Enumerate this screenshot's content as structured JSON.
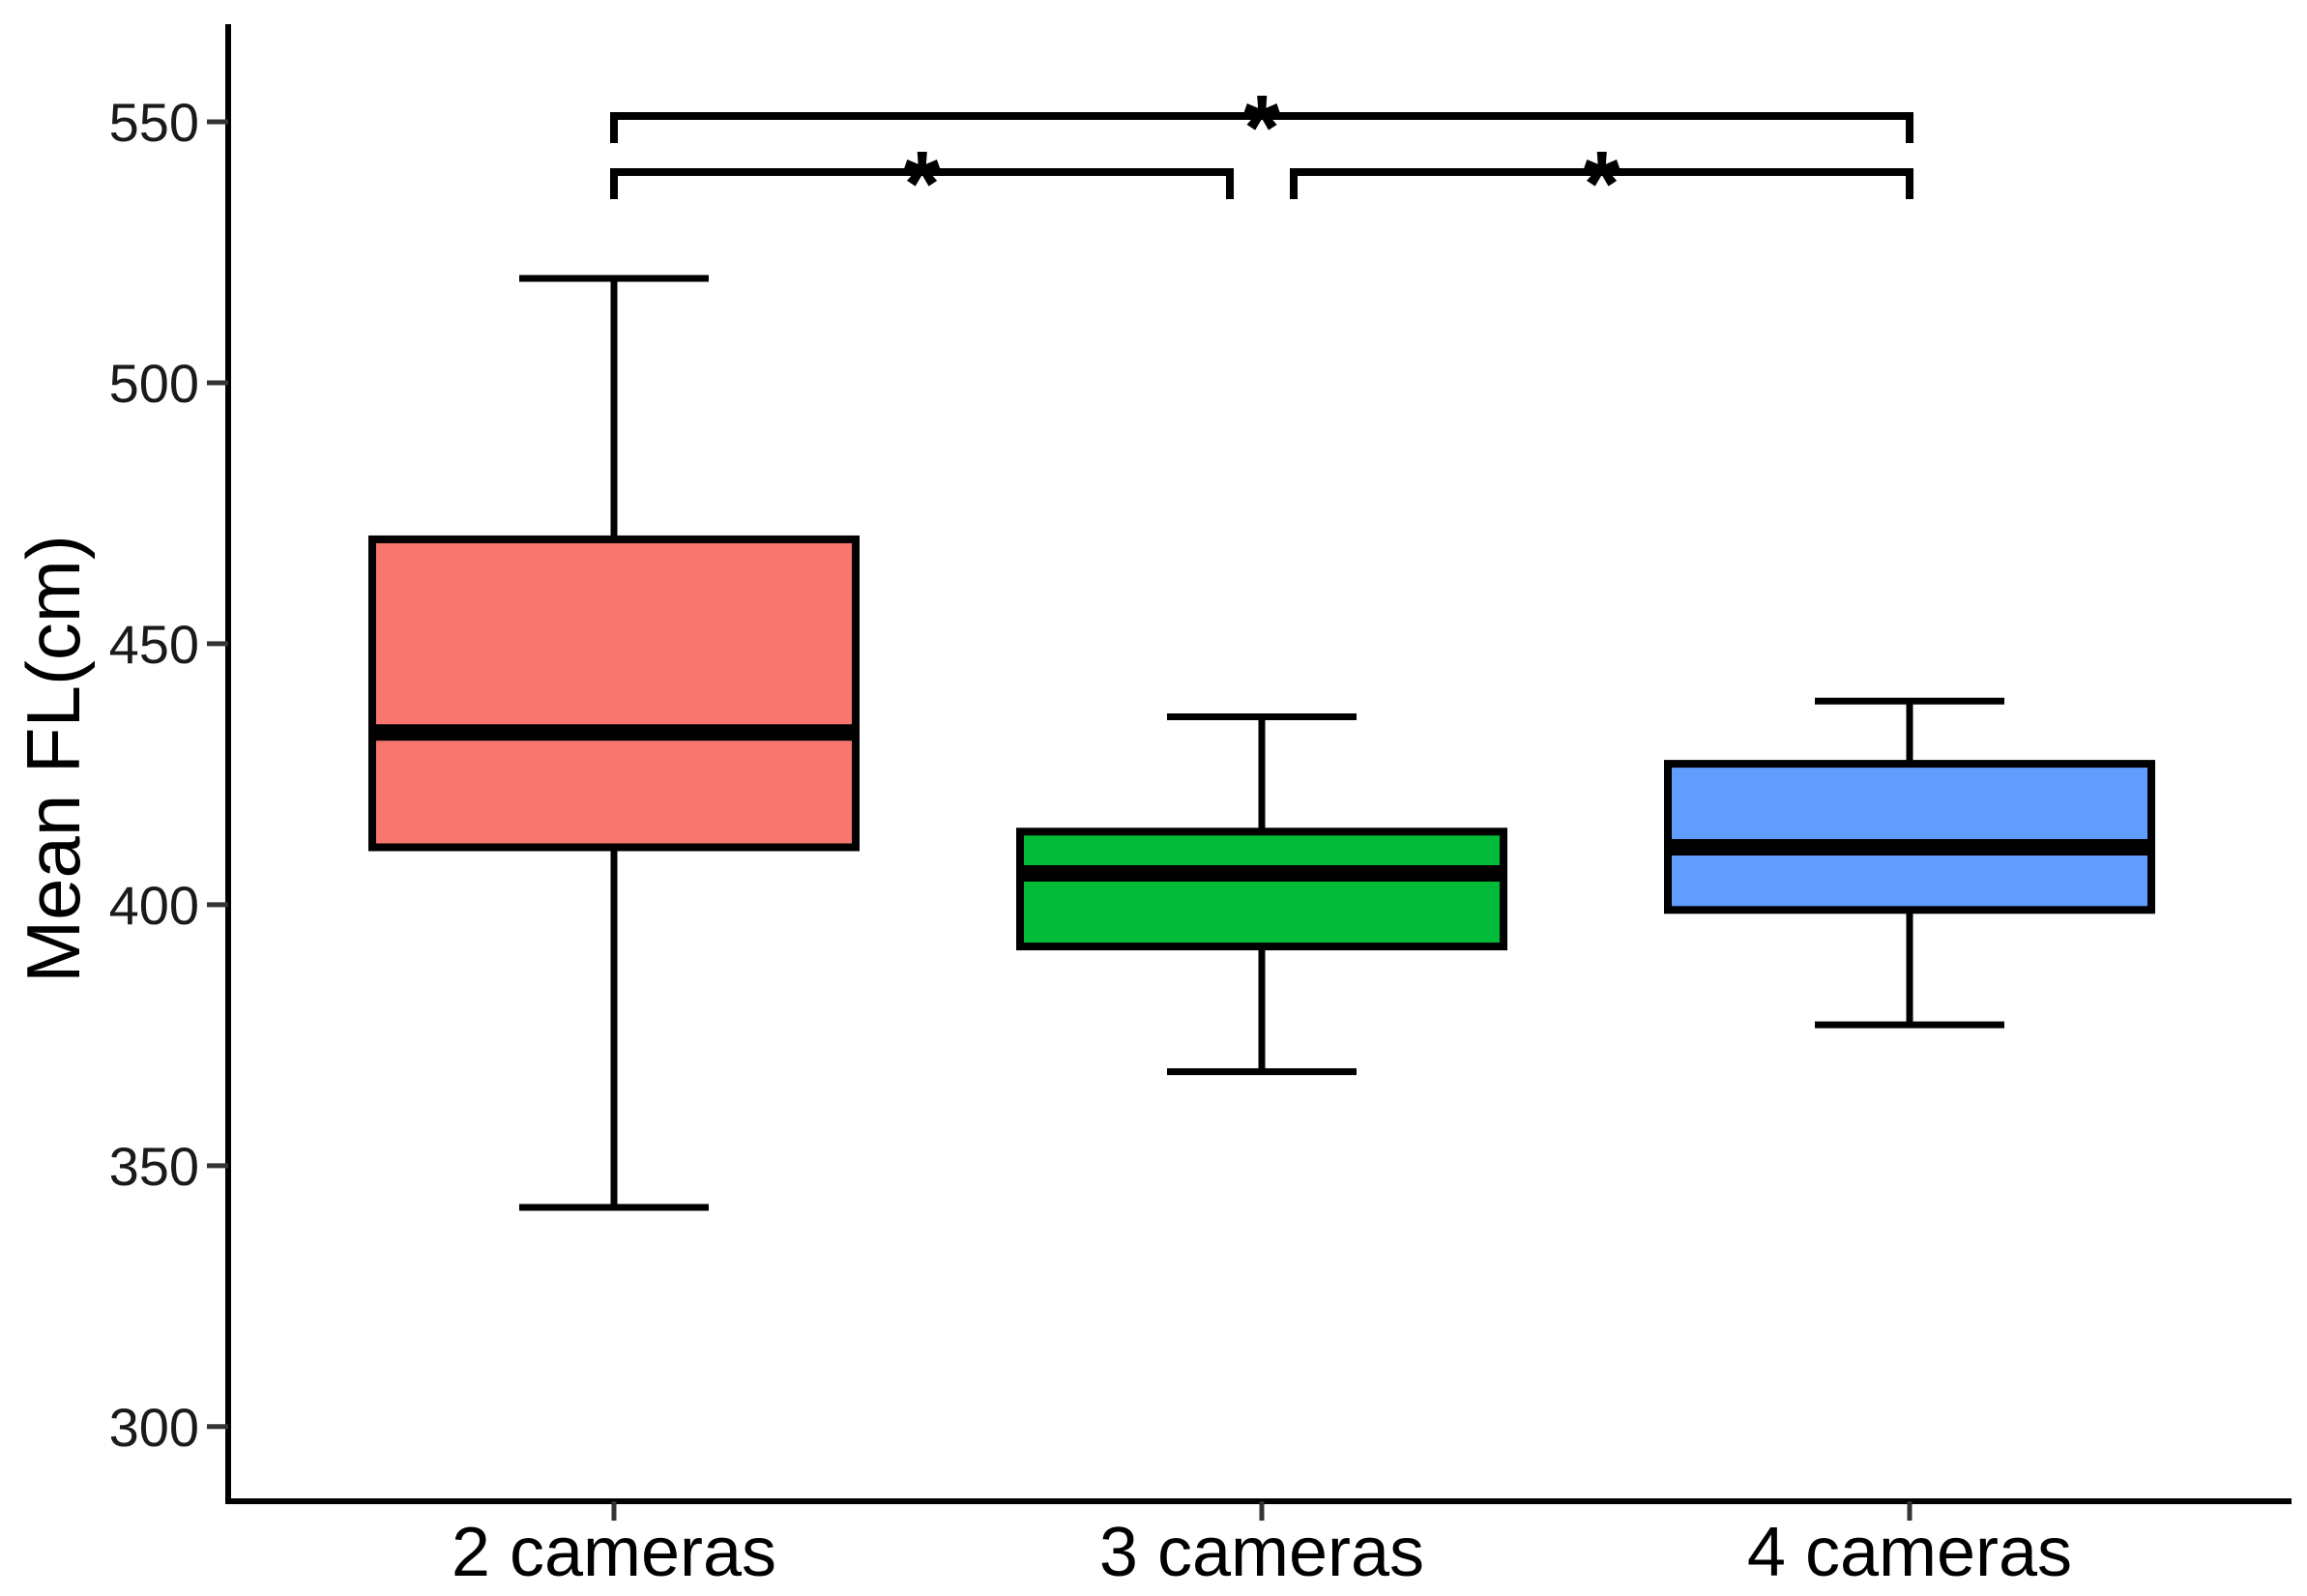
{
  "chart_data": {
    "type": "boxplot",
    "title": "",
    "xlabel": "",
    "ylabel": "Mean FL(cm)",
    "ylim": [
      287,
      565
    ],
    "yticks": [
      300,
      350,
      400,
      450,
      500,
      550
    ],
    "grid": false,
    "legend": "none",
    "categories": [
      "2 cameras",
      "3 cameras",
      "4 cameras"
    ],
    "boxes": [
      {
        "category": "2 cameras",
        "min": 342,
        "q1": 411,
        "median": 433,
        "q3": 470,
        "max": 520,
        "color": "#F8766D"
      },
      {
        "category": "3 cameras",
        "min": 368,
        "q1": 392,
        "median": 406,
        "q3": 414,
        "max": 436,
        "color": "#00BA38"
      },
      {
        "category": "4 cameras",
        "min": 377,
        "q1": 399,
        "median": 411,
        "q3": 427,
        "max": 439,
        "color": "#619CFF"
      }
    ],
    "significance": [
      {
        "from": "2 cameras",
        "to": "3 cameras",
        "label": "*"
      },
      {
        "from": "3 cameras",
        "to": "4 cameras",
        "label": "*"
      },
      {
        "from": "2 cameras",
        "to": "4 cameras",
        "label": "*"
      }
    ]
  }
}
